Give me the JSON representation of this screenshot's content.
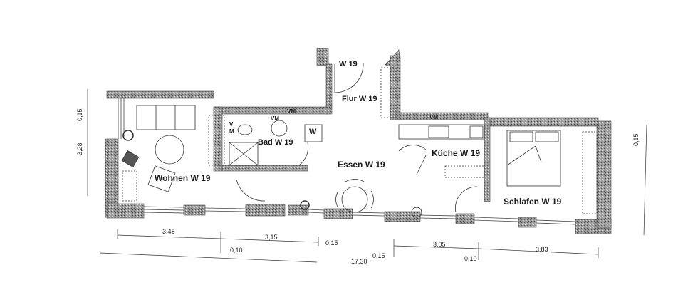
{
  "plan": {
    "rooms": [
      {
        "id": "wohnen",
        "label": "Wohnen W 19"
      },
      {
        "id": "bad",
        "label": "Bad W 19"
      },
      {
        "id": "flur",
        "label": "Flur W 19"
      },
      {
        "id": "flur_entry",
        "label": "W 19"
      },
      {
        "id": "essen",
        "label": "Essen W 19"
      },
      {
        "id": "kueche",
        "label": "Küche W 19"
      },
      {
        "id": "schlafen",
        "label": "Schlafen W 19"
      }
    ],
    "fixtures": {
      "washer": "W",
      "vm_bad_sink": "VM",
      "vm_bad_wall": "VM",
      "vm_kueche": "VM",
      "v_m_left": "V",
      "m_left": "M"
    },
    "dimensions": {
      "bottom_row1": [
        "3,48",
        "3,15",
        "0,15",
        "3,05",
        "3,83"
      ],
      "bottom_row2": [
        "0,10",
        "0,15",
        "0,10"
      ],
      "total": "17,30",
      "left_height": "3,28",
      "left_top": "0,15",
      "right_top": "0,15"
    },
    "colors": {
      "wall": "#8a8a8a",
      "wall_dark": "#5a5a5a",
      "line": "#333333",
      "background": "#ffffff"
    }
  }
}
